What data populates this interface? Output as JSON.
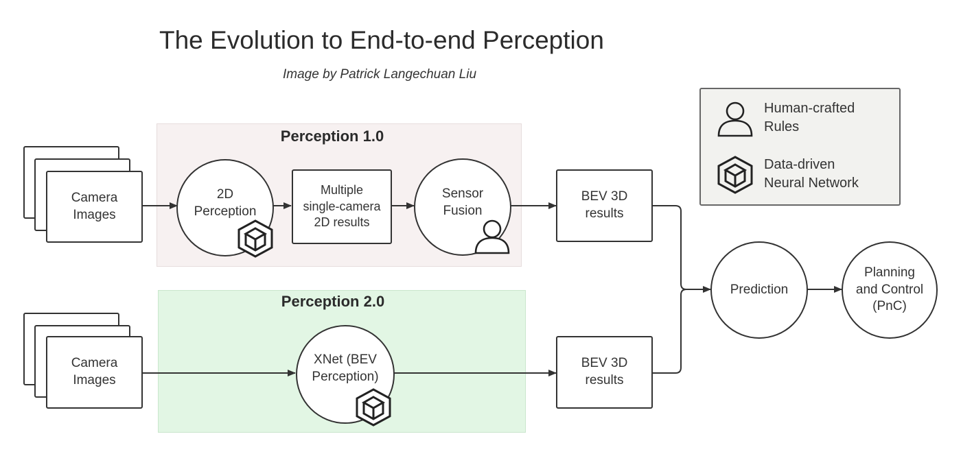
{
  "title": "The Evolution to End-to-end Perception",
  "subtitle": "Image by Patrick Langechuan Liu",
  "perception1": {
    "label": "Perception 1.0",
    "camera": "Camera\nImages",
    "perception2d": "2D\nPerception",
    "multiple": "Multiple\nsingle-camera\n2D results",
    "fusion": "Sensor\nFusion",
    "bev": "BEV 3D\nresults"
  },
  "perception2": {
    "label": "Perception 2.0",
    "camera": "Camera\nImages",
    "xnet": "XNet (BEV\nPerception)",
    "bev": "BEV 3D\nresults"
  },
  "prediction": "Prediction",
  "pnc": "Planning\nand Control\n(PnC)",
  "legend": {
    "human": "Human-crafted\nRules",
    "data": "Data-driven\nNeural Network"
  },
  "icons": {
    "human": "person-icon",
    "neural": "cube-icon"
  }
}
